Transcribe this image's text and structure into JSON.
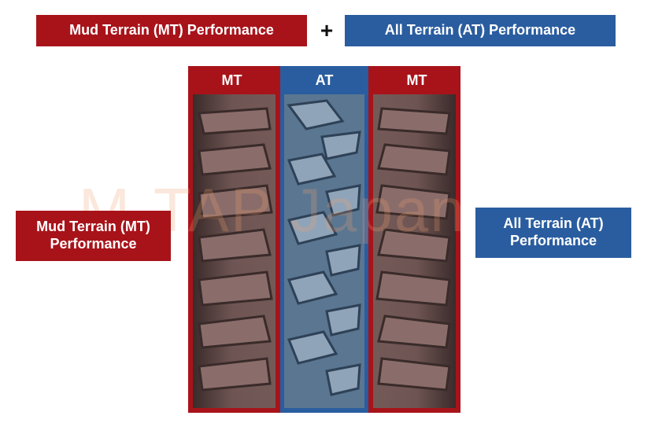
{
  "top_banner": {
    "mt_label": "Mud Terrain (MT) Performance",
    "plus": "+",
    "at_label": "All Terrain (AT) Performance"
  },
  "tire_columns": {
    "left": "MT",
    "center": "AT",
    "right": "MT"
  },
  "side_labels": {
    "left": "Mud Terrain (MT) Performance",
    "right": "All Terrain (AT) Performance"
  },
  "watermark": "M-TAP Japan",
  "colors": {
    "mt_red": "#a8131a",
    "at_blue": "#2a5d9f",
    "tread_shade": "#6b5350"
  }
}
